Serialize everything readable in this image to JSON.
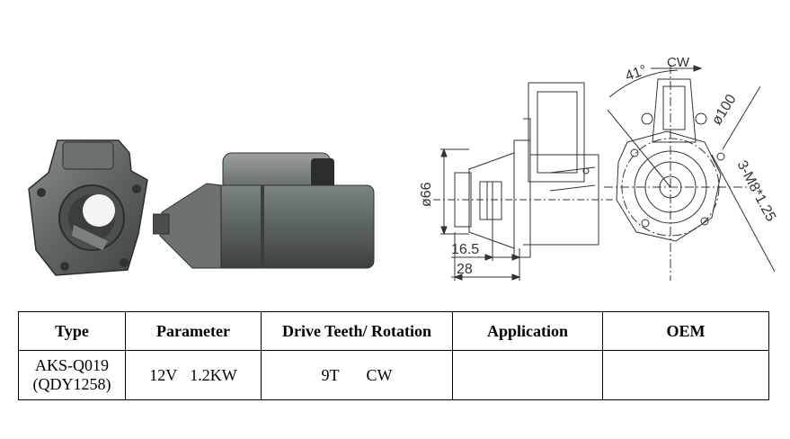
{
  "drawing": {
    "angle_label": "41°",
    "rotation_label": "CW",
    "diameter_100_label": "ø100",
    "diameter_66_label": "ø66",
    "bolt_label": "3-M8*1.25",
    "dim_16_5": "16.5",
    "dim_28": "28"
  },
  "table": {
    "headers": {
      "type": "Type",
      "parameter": "Parameter",
      "drive": "Drive Teeth/ Rotation",
      "application": "Application",
      "oem": "OEM"
    },
    "row": {
      "type_line1": "AKS-Q019",
      "type_line2": "(QDY1258)",
      "voltage": "12V",
      "power": "1.2KW",
      "teeth": "9T",
      "rotation": "CW",
      "application": "",
      "oem": ""
    }
  }
}
